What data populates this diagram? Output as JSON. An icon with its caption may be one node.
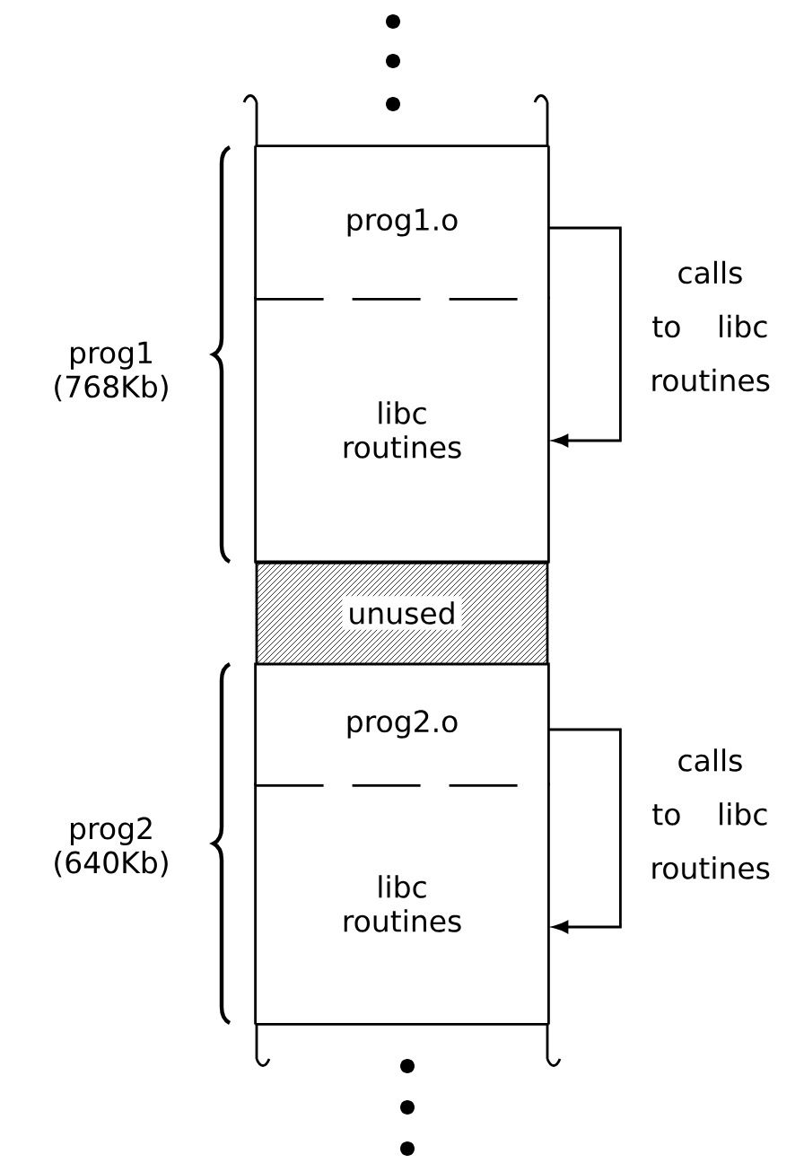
{
  "diagram": {
    "nodes": [
      {
        "text": [
          "prog1.o"
        ]
      },
      {
        "text": [
          "libc routines"
        ]
      },
      {
        "text": [
          "unused"
        ]
      },
      {
        "text": [
          "prog2.o"
        ]
      },
      {
        "text": [
          "libc routines"
        ]
      }
    ],
    "edges": [
      {
        "from": 0,
        "to": 1,
        "arrow": "to",
        "label": "calls to libc routines"
      },
      {
        "from": 3,
        "to": 4,
        "arrow": "to",
        "label": "calls to libc routines"
      }
    ],
    "labels": [
      "prog1 (768Kb)",
      "prog2 (640Kb)"
    ]
  }
}
